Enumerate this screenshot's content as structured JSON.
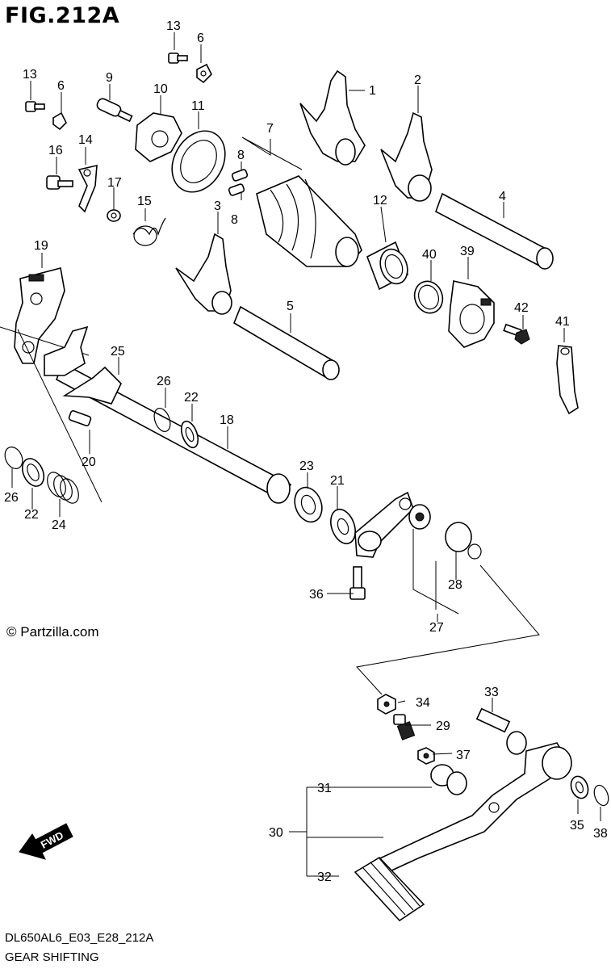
{
  "figure": {
    "title": "FIG.212A",
    "model_code": "DL650AL6_E03_E28_212A",
    "caption": "GEAR SHIFTING",
    "copyright": "© Partzilla.com",
    "fwd_label": "FWD"
  },
  "callouts": [
    "13",
    "6",
    "13",
    "6",
    "9",
    "10",
    "11",
    "1",
    "2",
    "7",
    "8",
    "8",
    "16",
    "14",
    "17",
    "15",
    "3",
    "4",
    "12",
    "40",
    "39",
    "19",
    "5",
    "42",
    "41",
    "25",
    "26",
    "22",
    "18",
    "20",
    "26",
    "22",
    "24",
    "23",
    "21",
    "28",
    "36",
    "27",
    "34",
    "33",
    "29",
    "37",
    "31",
    "30",
    "35",
    "38",
    "32"
  ]
}
